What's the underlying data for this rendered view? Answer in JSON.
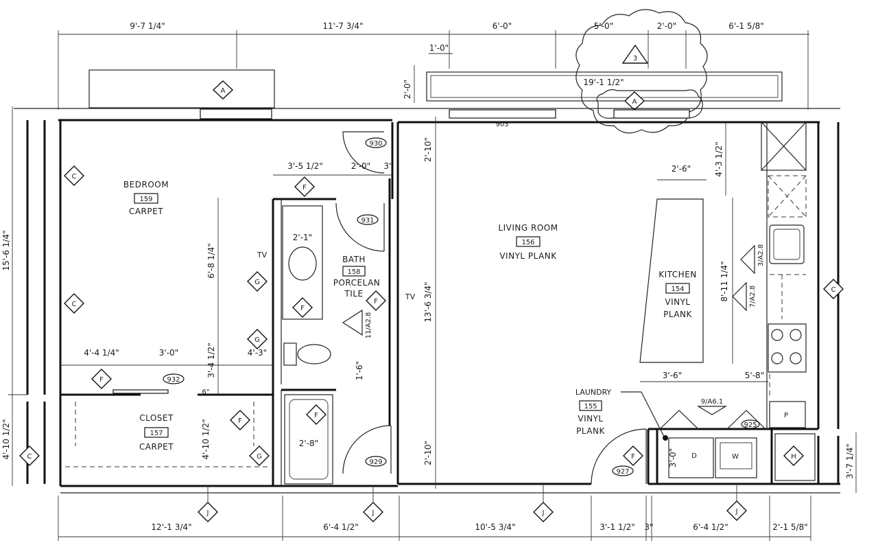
{
  "dimensions": {
    "top": [
      "9'-7 1/4\"",
      "11'-7 3/4\"",
      "6'-0\"",
      "5'-0\"",
      "2'-0\"",
      "6'-1 5/8\""
    ],
    "bottom": [
      "12'-1 3/4\"",
      "6'-4 1/2\"",
      "10'-5 3/4\"",
      "3'-1 1/2\"",
      "3\"",
      "6'-4 1/2\"",
      "2'-1 5/8\""
    ],
    "left": [
      "15'-6 1/4\"",
      "4'-10 1/2\""
    ],
    "right_edge": "3'-7 1/4\"",
    "canopy": "19'-1 1/2\"",
    "canopy_offset": "1'-0\"",
    "canopy_depth": "2'-0\"",
    "bath_width": "3'-5 1/2\"",
    "bath_door": "2'-0\"",
    "bath_jamb": "3\"",
    "vanity": "2'-1\"",
    "bath_height": "6'-8 1/4\"",
    "wc_depth": "3'-4 1/2\"",
    "wc_width": "4'-3\"",
    "wc_side": "1'-6\"",
    "tub": "2'-8\"",
    "closet_left": "4'-4 1/4\"",
    "closet_door": "3'-0\"",
    "closet_height": "4'-10 1/2\"",
    "wall_6": "6\"",
    "entry_top": "2'-10\"",
    "entry_bottom": "2'-10\"",
    "living_depth": "13'-6 3/4\"",
    "island_top": "2'-6\"",
    "island_length": "8'-11 1/4\"",
    "island_bottom": "3'-6\"",
    "kitchen_right": "4'-3 1/2\"",
    "counter_right": "5'-8\"",
    "laundry_d": "3'-0\""
  },
  "rooms": {
    "bedroom": {
      "name": "BEDROOM",
      "number": "159",
      "finish": "CARPET"
    },
    "closet": {
      "name": "CLOSET",
      "number": "157",
      "finish": "CARPET"
    },
    "bath": {
      "name": "BATH",
      "number": "158",
      "finish1": "PORCELAN",
      "finish2": "TILE"
    },
    "living": {
      "name": "LIVING ROOM",
      "number": "156",
      "finish": "VINYL PLANK"
    },
    "kitchen": {
      "name": "KITCHEN",
      "number": "154",
      "finish1": "VINYL",
      "finish2": "PLANK"
    },
    "laundry": {
      "name": "LAUNDRY",
      "number": "155",
      "finish1": "VINYL",
      "finish2": "PLANK"
    }
  },
  "tags": {
    "A": "A",
    "C": "C",
    "F": "F",
    "G": "G",
    "J": "J",
    "H": "H",
    "P": "P",
    "D": "D",
    "W": "W",
    "rev": "3",
    "tv": "TV"
  },
  "doors": {
    "d930": "930",
    "d931": "931",
    "d932": "932",
    "d929": "929",
    "d927": "927",
    "d925": "925",
    "d903": "903"
  },
  "section_refs": {
    "bath": "11/A2.8",
    "kitchen1": "3/A2.8",
    "kitchen2": "7/A2.8",
    "laundry": "9/A6.1"
  }
}
